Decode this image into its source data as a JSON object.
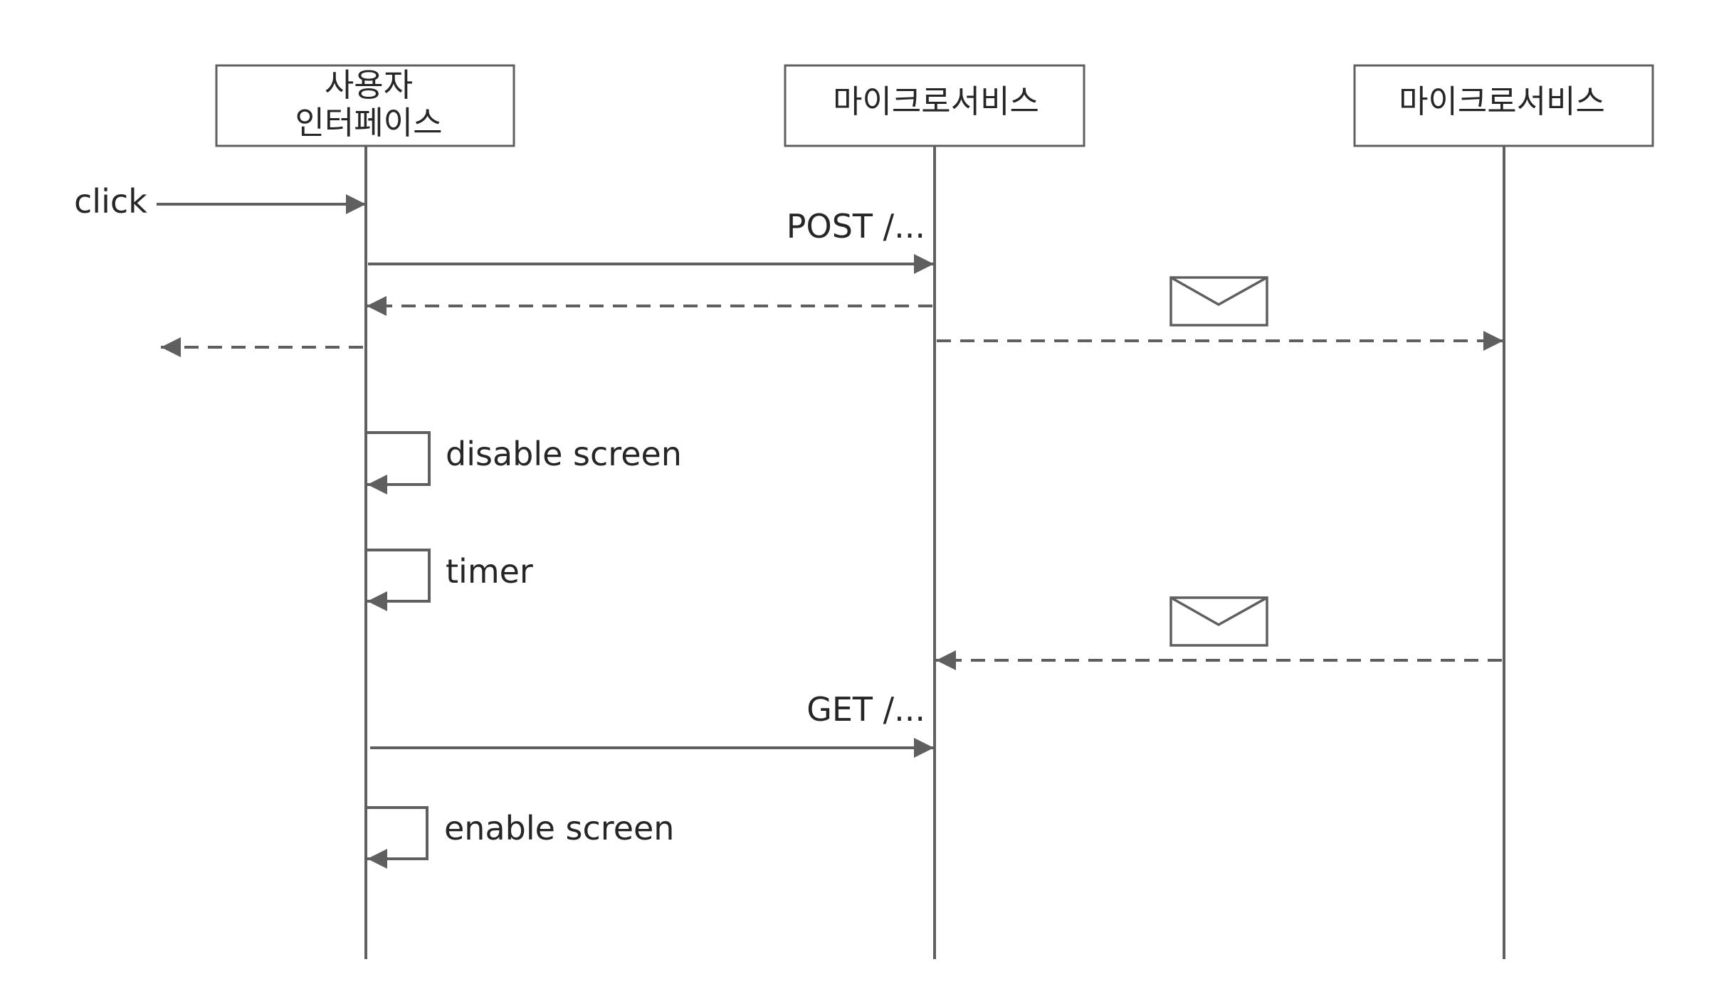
{
  "participants": [
    {
      "id": "ui",
      "lines": [
        "사용자",
        "인터페이스"
      ]
    },
    {
      "id": "svc1",
      "lines": [
        "마이크로서비스"
      ]
    },
    {
      "id": "svc2",
      "lines": [
        "마이크로서비스"
      ]
    }
  ],
  "messages": {
    "click": "click",
    "post": "POST /...",
    "get": "GET /..."
  },
  "self_calls": {
    "disable": "disable screen",
    "timer": "timer",
    "enable": "enable screen"
  },
  "icons": {
    "message_envelope": "envelope-icon"
  },
  "colors": {
    "line": "#5f5f5f",
    "text": "#262626",
    "background": "#ffffff"
  }
}
